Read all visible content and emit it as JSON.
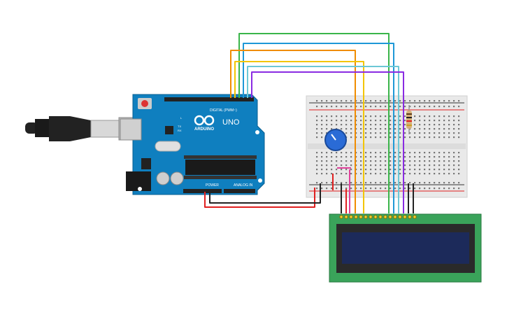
{
  "arduino": {
    "logo_text": "ARDUINO",
    "model": "UNO",
    "digital_label": "DIGITAL (PWM~)",
    "analog_label": "ANALOG IN",
    "power_label": "POWER",
    "led_l": "L",
    "led_tx": "TX",
    "led_rx": "RX"
  },
  "wire_colors": {
    "green": "#3ab54a",
    "blue": "#1e98d7",
    "orange": "#f08c00",
    "yellow": "#f2c500",
    "cyan": "#6cc8d6",
    "purple": "#8a2be2",
    "red": "#e02020",
    "black": "#222222",
    "pink": "#e0409a"
  },
  "colors": {
    "arduino_board": "#0f7fbf",
    "breadboard": "#e8e8e8",
    "lcd_pcb": "#3aa35a",
    "lcd_screen": "#1c2a5a",
    "pot_body": "#2a6bd6"
  }
}
